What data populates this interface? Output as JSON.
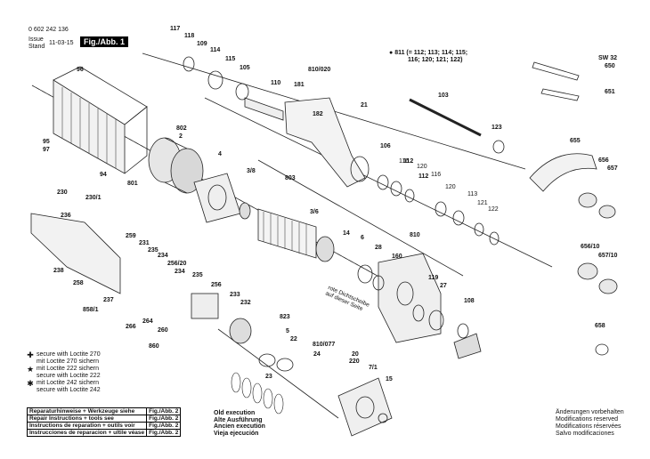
{
  "header": {
    "part_number": "0 602 242 136",
    "issue_label": "Issue",
    "stand_label": "Stand",
    "date": "11-03-15",
    "figure_label": "Fig./Abb. 1"
  },
  "kit_note": {
    "line1": "811 (= 112; 113; 114; 115;",
    "line2": "116; 120; 121; 122)"
  },
  "labels": [
    "117",
    "118",
    "109",
    "114",
    "115",
    "105",
    "110",
    "810/020",
    "21",
    "103",
    "811",
    "SW 32",
    "650",
    "651",
    "96",
    "802",
    "2",
    "123",
    "95",
    "97",
    "94",
    "801",
    "4",
    "3/8",
    "803",
    "106",
    "116",
    "112",
    "120",
    "116",
    "112",
    "120",
    "113",
    "121",
    "122",
    "655",
    "656",
    "657",
    "230",
    "230/1",
    "236",
    "3/6",
    "14",
    "6",
    "28",
    "810",
    "160",
    "259",
    "231",
    "235",
    "234",
    "256/20",
    "234",
    "235",
    "256",
    "233",
    "232",
    "119",
    "27",
    "656/10",
    "657/10",
    "238",
    "258",
    "237",
    "858/1",
    "266",
    "264",
    "260",
    "860",
    "823",
    "5",
    "22",
    "24",
    "108",
    "810/077",
    "20",
    "220",
    "7/1",
    "15",
    "23",
    "658",
    "181",
    "182"
  ],
  "rotated_labels": [
    "116",
    "120",
    "116",
    "120",
    "113",
    "121",
    "122"
  ],
  "side_note": {
    "line1": "rote Dichtscheibe",
    "line2": "auf dieser Seite"
  },
  "legend": [
    {
      "symbol": "✚",
      "line1": "secure with Loctite 270",
      "line2": "mit Loctite 270 sichern"
    },
    {
      "symbol": "★",
      "line1": "mit Loctite 222 sichern",
      "line2": "secure with Loctite 222"
    },
    {
      "symbol": "✱",
      "line1": "mit Loctite 242 sichern",
      "line2": "secure with Loctite 242"
    }
  ],
  "repair_table": [
    {
      "text": "Reparaturhinweise + Werkzeuge siehe",
      "fig": "Fig./Abb. 2"
    },
    {
      "text": "Repair Instructions + tools see",
      "fig": "Fig./Abb. 2"
    },
    {
      "text": "Instructions de reparation + outils voir",
      "fig": "Fig./Abb. 2"
    },
    {
      "text": "Instrucciones de reparacion + ultile véase",
      "fig": "Fig./Abb. 2"
    }
  ],
  "old_execution": {
    "line1": "Old execution",
    "line2": "Alte Ausführung",
    "line3": "Ancien execution",
    "line4": "Vieja ejecución"
  },
  "modifications": {
    "line1": "Änderungen vorbehalten",
    "line2": "Modifications reserved",
    "line3": "Modifications réservées",
    "line4": "Salvo modificaciones"
  }
}
